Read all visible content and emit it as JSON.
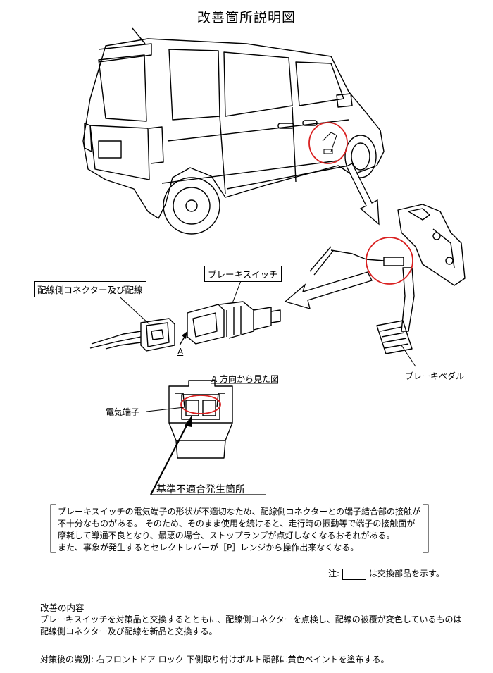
{
  "page_title": "改善箇所説明図",
  "labels": {
    "connector": "配線側コネクター及び配線",
    "switch": "ブレーキスイッチ",
    "pedal": "ブレーキペダル",
    "arrow_a": "A",
    "view_a": "A 方向から見た図",
    "terminal": "電気端子",
    "defect": "基準不適合発生箇所"
  },
  "description": {
    "lines": [
      "ブレーキスイッチの電気端子の形状が不適切なため、配線側コネクターとの端子結合部の接触が",
      "不十分なものがある。 そのため、そのまま使用を続けると、走行時の振動等で端子の接触面が",
      "摩耗して導通不良となり、最悪の場合、ストップランプが点灯しなくなるおそれがある。",
      "また、事象が発生するとセレクトレバーが［P］レンジから操作出来なくなる。"
    ]
  },
  "note": {
    "prefix": "注:",
    "suffix": "は交換部品を示す。"
  },
  "improvement": {
    "title": "改善の内容",
    "lines": [
      "ブレーキスイッチを対策品と交換するとともに、配線側コネクターを点検し、配線の被覆が変色しているものは",
      "配線側コネクター及び配線を新品と交換する。"
    ]
  },
  "identification": "対策後の識別: 右フロントドア ロック 下側取り付けボルト頭部に黄色ペイントを塗布する。",
  "colors": {
    "highlight": "#d92020",
    "line": "#000000"
  }
}
